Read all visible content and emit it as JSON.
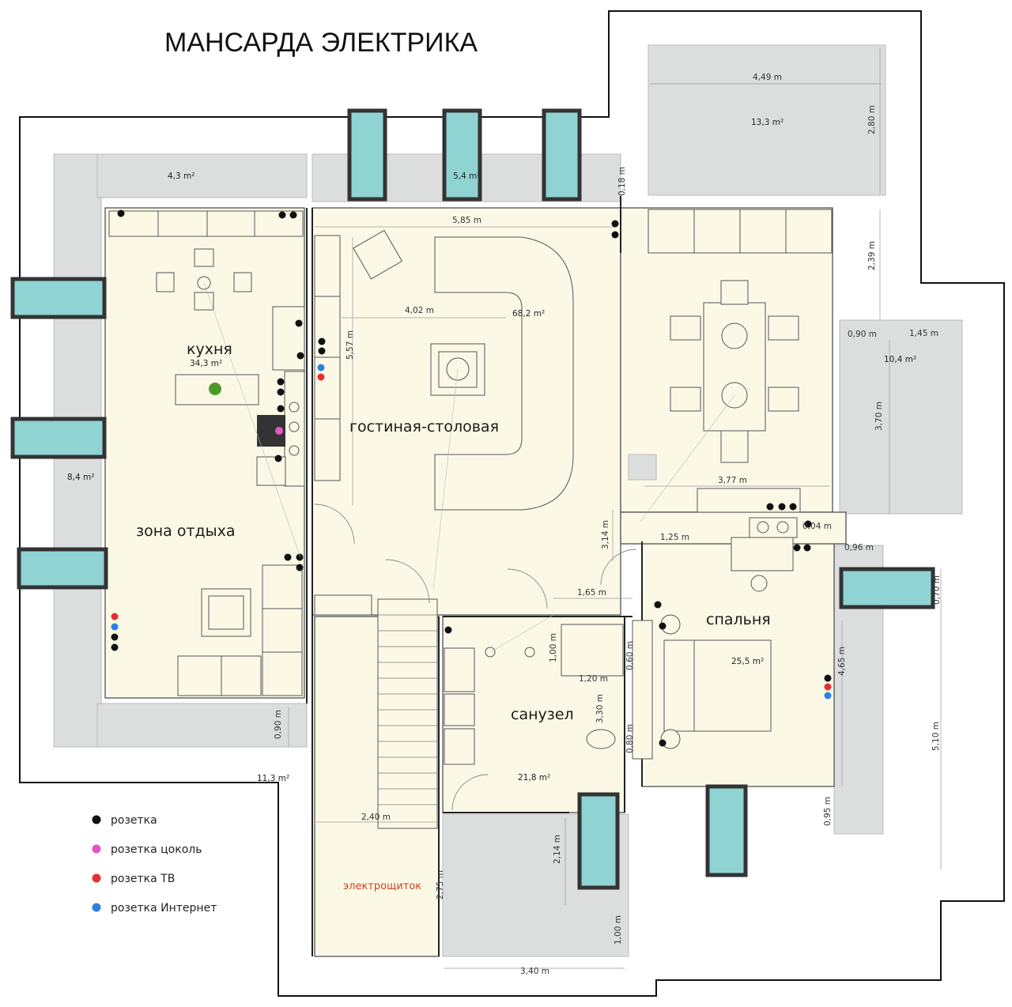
{
  "title": "МАНСАРДА ЭЛЕКТРИКА",
  "rooms": {
    "kitchen": "кухня",
    "kitchen_area": "34,3 m²",
    "lounge": "зона отдыха",
    "living_dining": "гостиная-столовая",
    "living_area": "68,2 m²",
    "bedroom": "спальня",
    "bedroom_area": "25,5 m²",
    "bathroom": "санузел",
    "bathroom_area": "21,8 m²"
  },
  "areas": {
    "top_left": "4,3 m²",
    "top_mid": "5,4 m²",
    "top_right": "13,3 m²",
    "right_mid": "10,4 m²",
    "left": "8,4 m²",
    "bottom_left": "11,3 m²"
  },
  "dimensions": {
    "d_4_49": "4,49 m",
    "d_2_80": "2,80 m",
    "d_0_18": "0,18 m",
    "d_5_85": "5,85 m",
    "d_2_39": "2,39 m",
    "d_4_02": "4,02 m",
    "d_5_57": "5,57 m",
    "d_0_90_r": "0,90 m",
    "d_1_45": "1,45 m",
    "d_3_70": "3,70 m",
    "d_3_77": "3,77 m",
    "d_3_14": "3,14 m",
    "d_1_25": "1,25 m",
    "d_0_04": "0,04 m",
    "d_0_96": "0,96 m",
    "d_0_70": "0,70 m",
    "d_1_65": "1,65 m",
    "d_1_00": "1,00 m",
    "d_0_60": "0,60 m",
    "d_1_20": "1,20 m",
    "d_4_65": "4,65 m",
    "d_3_30": "3,30 m",
    "d_0_80": "0,80 m",
    "d_5_10": "5,10 m",
    "d_0_90_l": "0,90 m",
    "d_0_95": "0,95 m",
    "d_2_40": "2,40 m",
    "d_2_14": "2,14 m",
    "d_2_75": "2,75 m",
    "d_1_00_b": "1,00 m",
    "d_3_40": "3,40 m"
  },
  "electrical_panel": "электрощиток",
  "legend": [
    {
      "label": "розетка",
      "color": "#111111"
    },
    {
      "label": "розетка цоколь",
      "color": "#e455c4"
    },
    {
      "label": "розетка ТВ",
      "color": "#e63030"
    },
    {
      "label": "розетка Интернет",
      "color": "#2f7fe0"
    }
  ],
  "colors": {
    "floor": "#fbf9e6",
    "outdoor": "#dcdedd",
    "window_glass": "#8fd3d3",
    "panel_label": "#d0401c"
  }
}
